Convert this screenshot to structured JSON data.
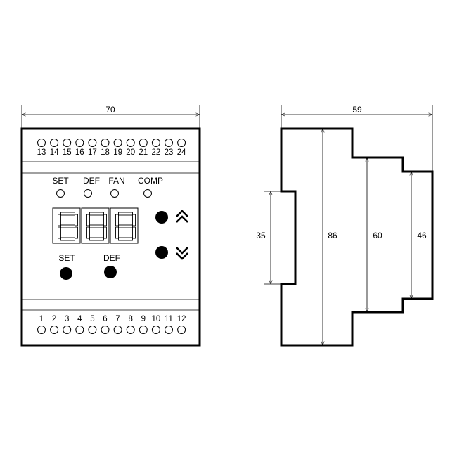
{
  "front_view": {
    "width_dim": "70",
    "top_terminals": [
      "13",
      "14",
      "15",
      "16",
      "17",
      "18",
      "19",
      "20",
      "21",
      "22",
      "23",
      "24"
    ],
    "bottom_terminals": [
      "1",
      "2",
      "3",
      "4",
      "5",
      "6",
      "7",
      "8",
      "9",
      "10",
      "11",
      "12"
    ],
    "indicators": [
      "SET",
      "DEF",
      "FAN",
      "COMP"
    ],
    "button_labels": {
      "set": "SET",
      "def": "DEF"
    },
    "display_digits": 3
  },
  "side_view": {
    "depth_dim": "59",
    "heights": {
      "rail": "35",
      "total": "86",
      "middle": "60",
      "front": "46"
    }
  }
}
